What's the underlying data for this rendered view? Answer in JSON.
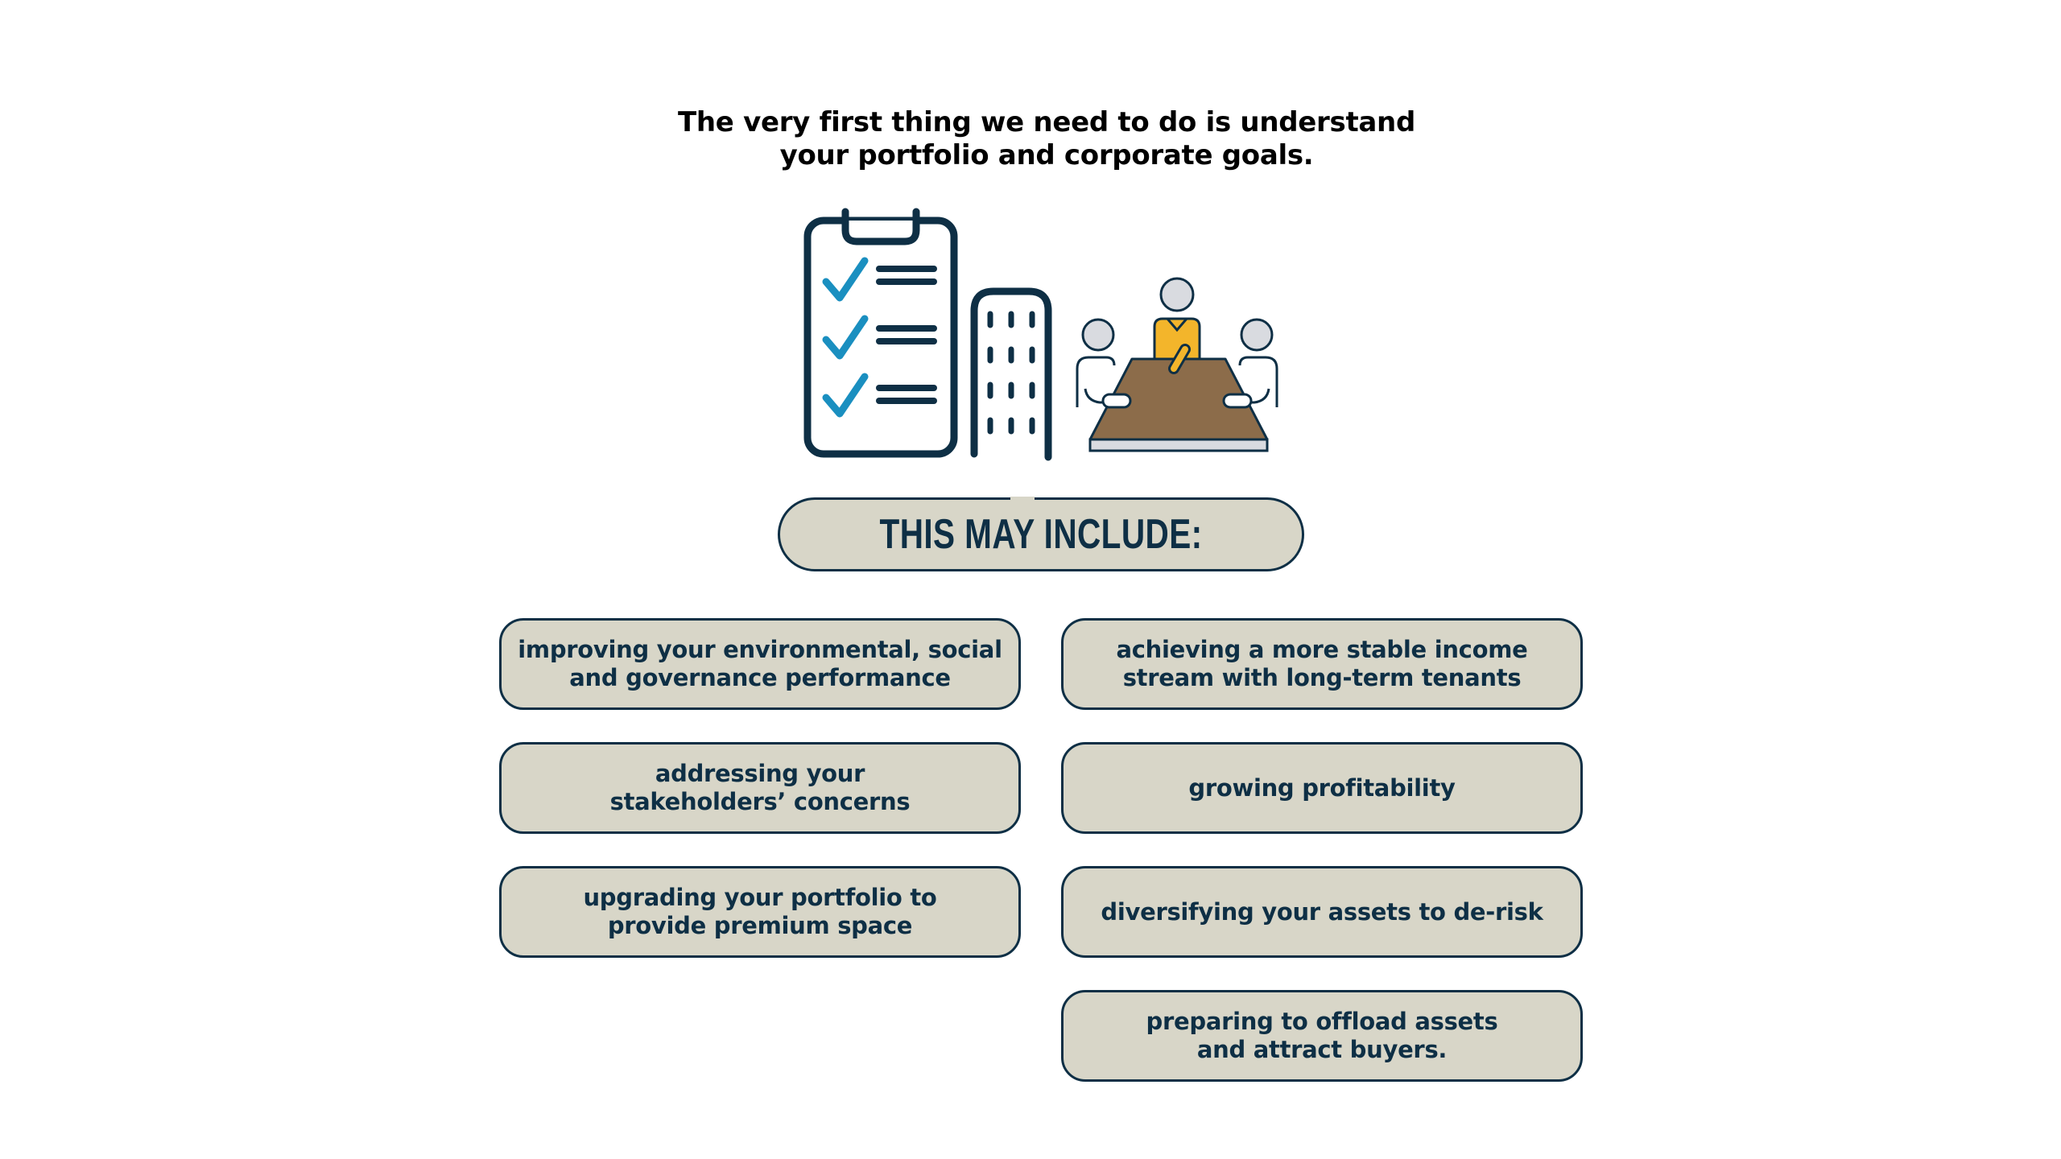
{
  "intro": {
    "line1": "The very first thing we need to do is understand",
    "line2": "your portfolio and corporate goals."
  },
  "illustration": {
    "icons": [
      "clipboard-checklist-icon",
      "office-building-icon",
      "meeting-table-icon"
    ]
  },
  "header": {
    "label": "THIS MAY INCLUDE:"
  },
  "items": {
    "left": [
      {
        "line1": "improving your environmental, social",
        "line2": "and governance performance"
      },
      {
        "line1": "addressing your",
        "line2": "stakeholders’ concerns"
      },
      {
        "line1": "upgrading your portfolio to",
        "line2": "provide premium space"
      }
    ],
    "right": [
      {
        "line1": "achieving a more stable income",
        "line2": "stream with long-term tenants"
      },
      {
        "line1": "growing profitability",
        "line2": ""
      },
      {
        "line1": "diversifying your assets to de-risk",
        "line2": ""
      },
      {
        "line1": "preparing to offload assets",
        "line2": "and attract buyers."
      }
    ]
  },
  "colors": {
    "navy": "#0e2f45",
    "pill_fill": "#d8d6c8",
    "check_blue": "#1a8fc0",
    "accent_yellow": "#f3b52b",
    "table_brown": "#8c6c4a",
    "person_gray": "#d9dbe0"
  }
}
